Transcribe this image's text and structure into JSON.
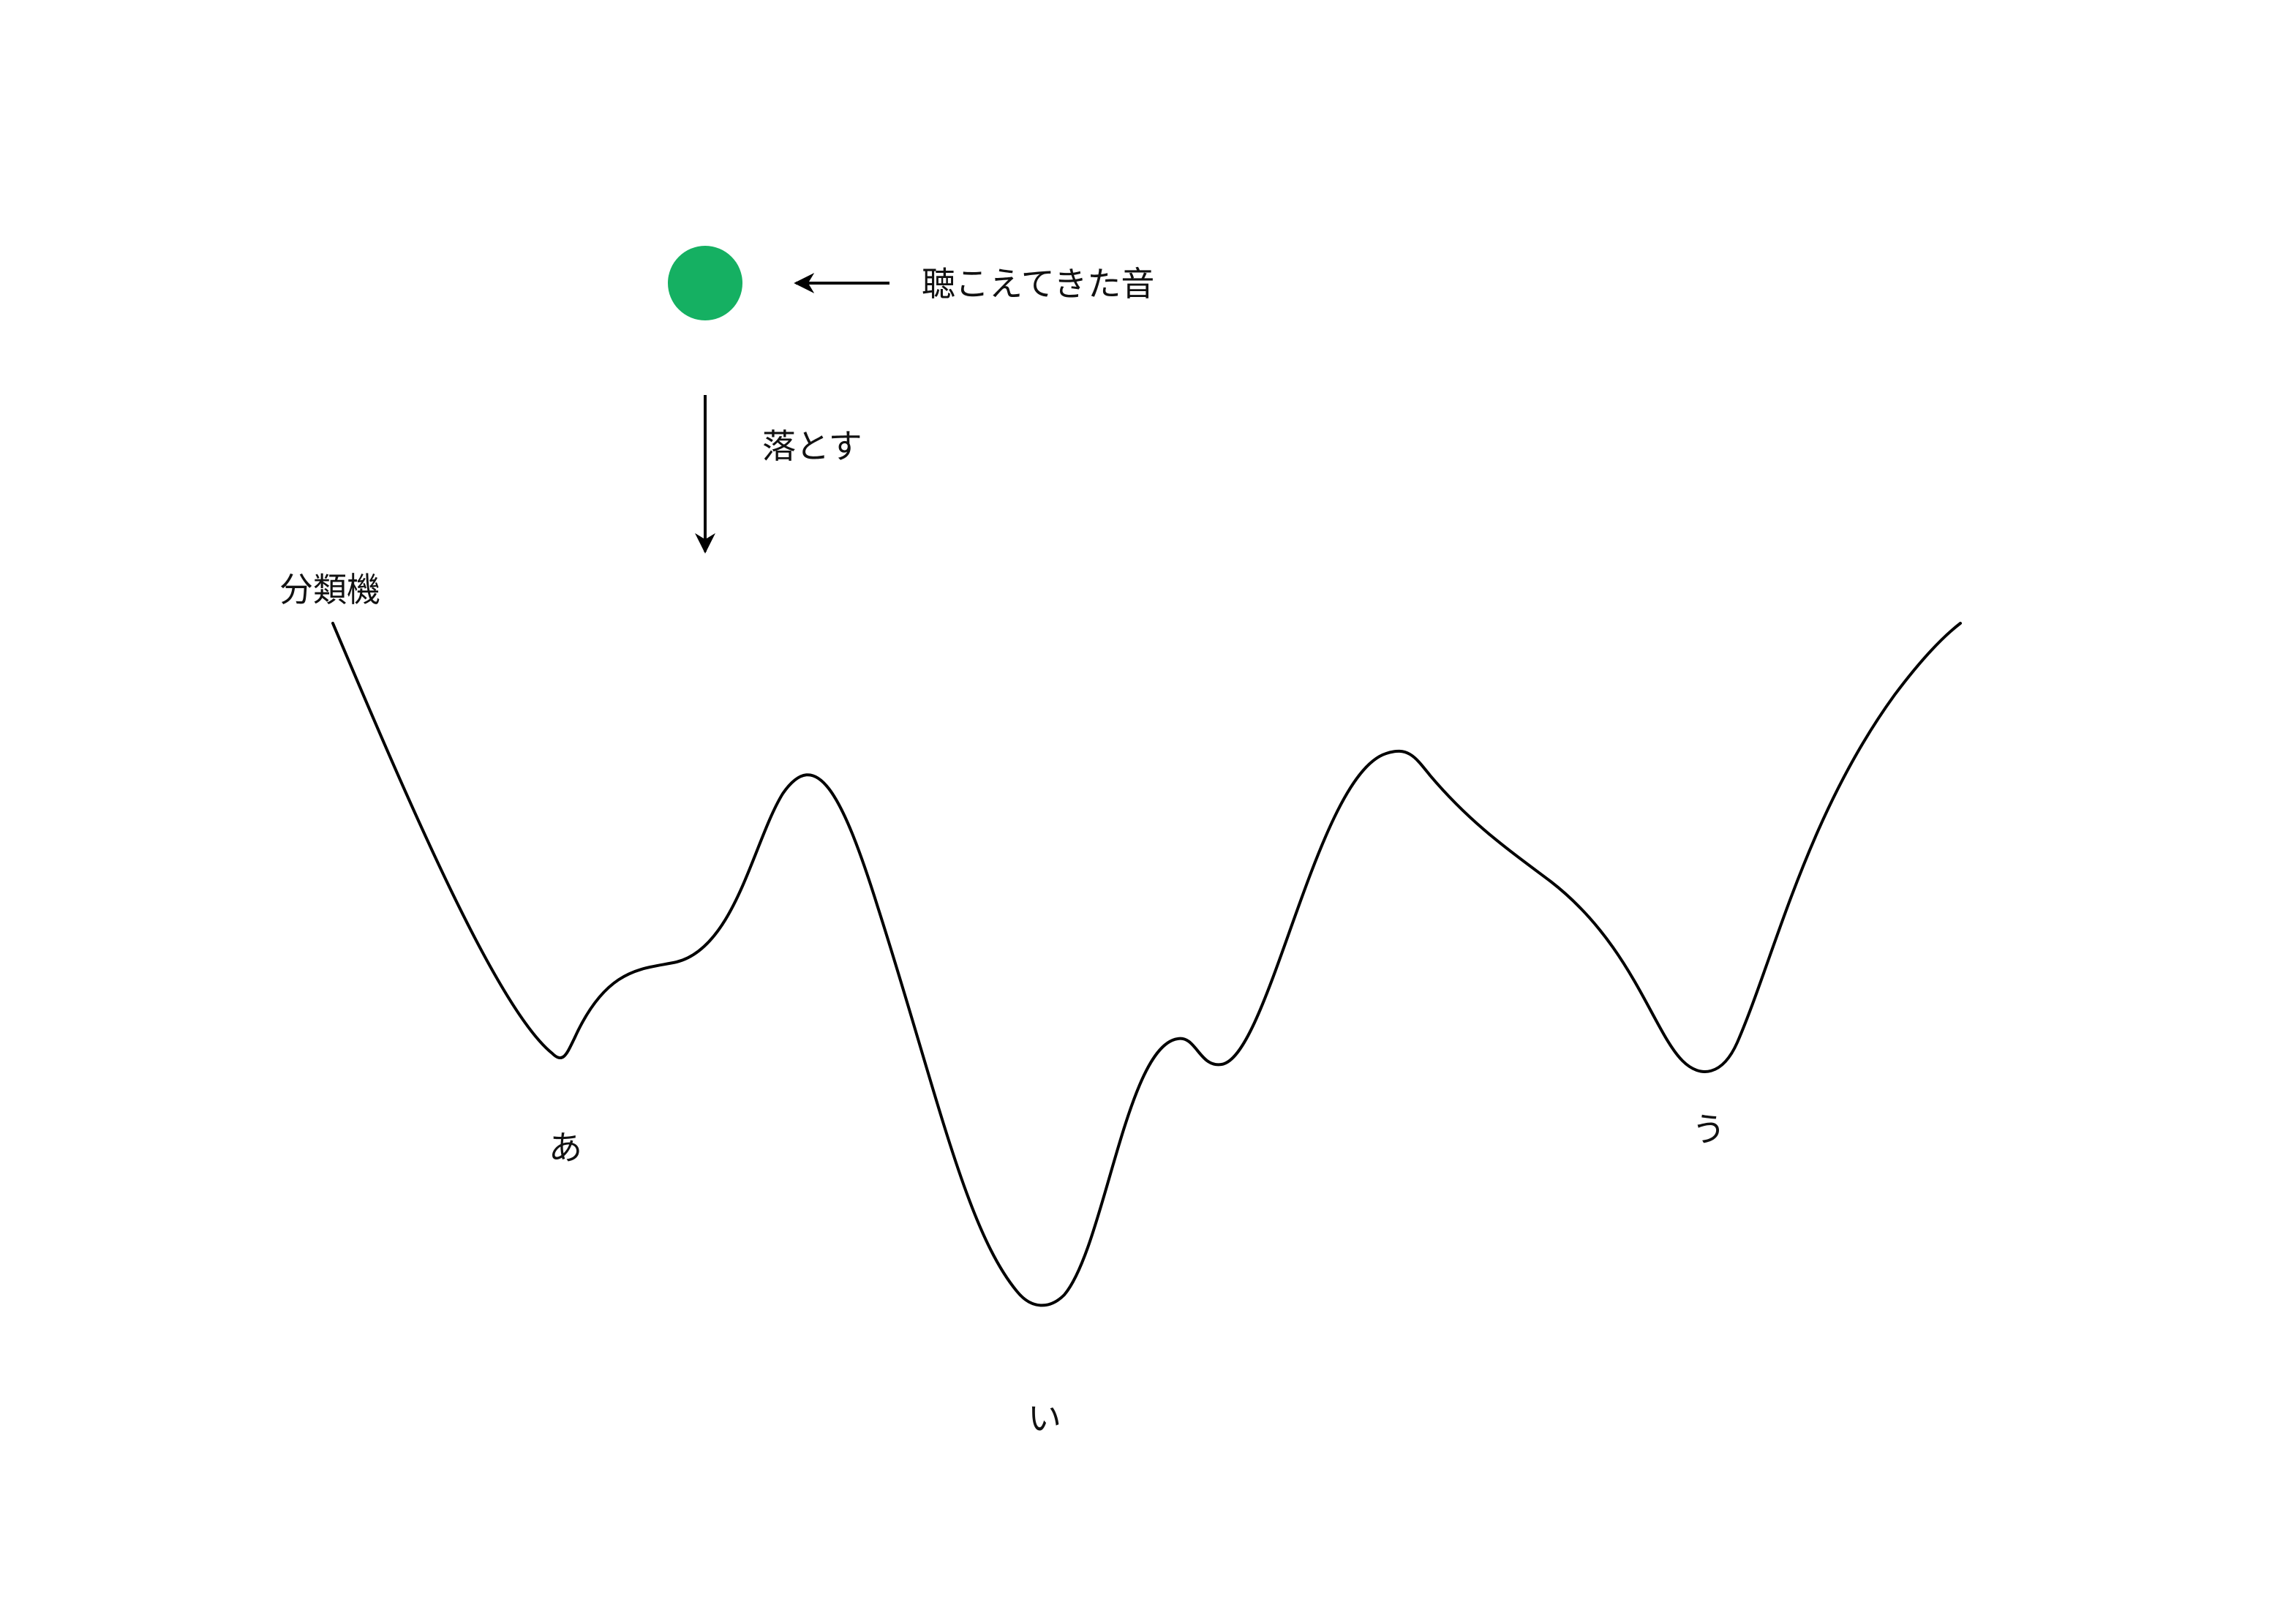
{
  "colors": {
    "ball": "#15b062",
    "line": "#000000",
    "background": "#ffffff"
  },
  "labels": {
    "heard_sound": "聴こえてきた音",
    "drop": "落とす",
    "classifier": "分類機",
    "valley_a": "あ",
    "valley_i": "い",
    "valley_u": "う"
  }
}
